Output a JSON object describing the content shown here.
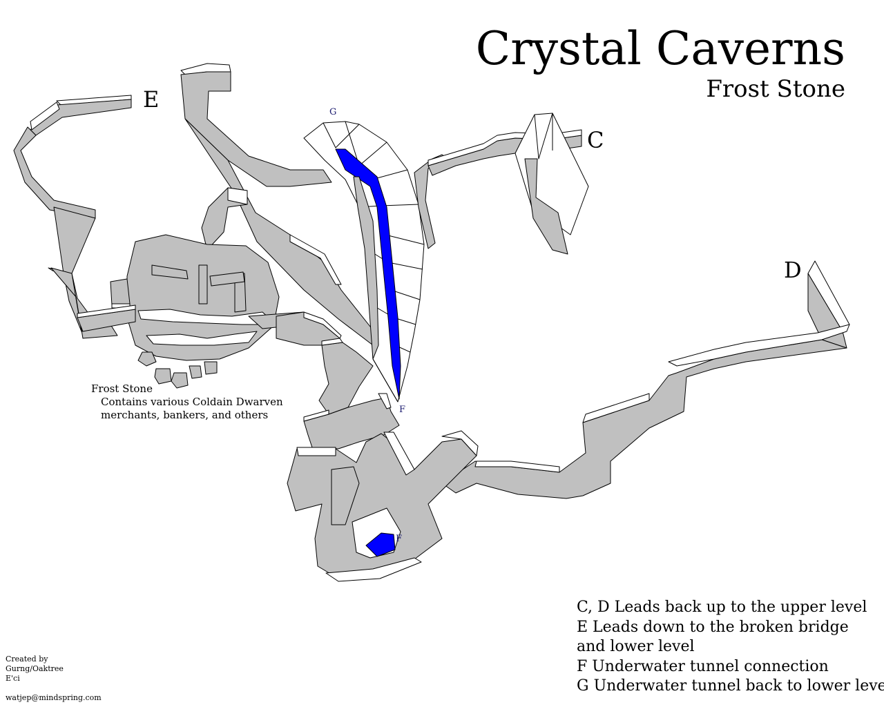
{
  "title": "Crystal Caverns",
  "subtitle": "Frost Stone",
  "markers": {
    "C": "C",
    "D": "D",
    "E": "E",
    "F_top": "F",
    "F_bottom": "F",
    "G": "G"
  },
  "frost_stone_note": {
    "name": "Frost Stone",
    "line1": "Contains various Coldain Dwarven",
    "line2": "merchants, bankers, and others"
  },
  "legend": [
    "C, D Leads back up to the upper level",
    "E Leads down to the broken bridge",
    "and lower level",
    "F Underwater tunnel connection",
    "G Underwater tunnel back to lower levels"
  ],
  "credits": {
    "line1": "Created by",
    "line2": "Gurng/Oaktree",
    "line3": "E'ci",
    "email": "watjep@mindspring.com"
  },
  "colors": {
    "tunnel_fill": "#c0c0c0",
    "tunnel_edge": "#000000",
    "wall_face": "#ffffff",
    "water": "#0000ff"
  }
}
